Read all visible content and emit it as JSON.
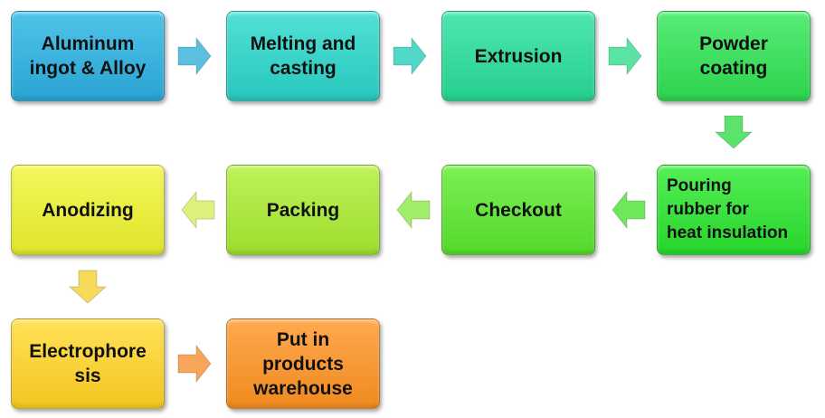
{
  "steps": [
    {
      "id": "aluminum",
      "label": "Aluminum\ningot & Alloy",
      "color_top": "#4fc3e8",
      "color_bottom": "#2aa4d3"
    },
    {
      "id": "melting",
      "label": "Melting  and\ncasting",
      "color_top": "#52e1d6",
      "color_bottom": "#27c7bd"
    },
    {
      "id": "extrusion",
      "label": "Extrusion",
      "color_top": "#4fe6b0",
      "color_bottom": "#25cf8e"
    },
    {
      "id": "powder",
      "label": "Powder\ncoating",
      "color_top": "#58ec78",
      "color_bottom": "#2cd34d"
    },
    {
      "id": "pouring",
      "label": "Pouring\nrubber for\nheat insulation",
      "color_top": "#55ee55",
      "color_bottom": "#27d52c"
    },
    {
      "id": "checkout",
      "label": "Checkout",
      "color_top": "#7cf054",
      "color_bottom": "#54d82b"
    },
    {
      "id": "packing",
      "label": "Packing",
      "color_top": "#bff25a",
      "color_bottom": "#9ddd2c"
    },
    {
      "id": "anodizing",
      "label": "Anodizing",
      "color_top": "#f3f75c",
      "color_bottom": "#e0e52a"
    },
    {
      "id": "electrophoresis",
      "label": "Electrophore\nsis",
      "color_top": "#ffe158",
      "color_bottom": "#f3c620"
    },
    {
      "id": "warehouse",
      "label": "Put in\nproducts\nwarehouse",
      "color_top": "#ffa94f",
      "color_bottom": "#f08a1f"
    }
  ],
  "arrows": [
    {
      "from": "aluminum",
      "to": "melting",
      "color": "#5bbfe0"
    },
    {
      "from": "melting",
      "to": "extrusion",
      "color": "#52d8c8"
    },
    {
      "from": "extrusion",
      "to": "powder",
      "color": "#5be3a4"
    },
    {
      "from": "powder",
      "to": "pouring",
      "color": "#5be36c"
    },
    {
      "from": "pouring",
      "to": "checkout",
      "color": "#6ee85a"
    },
    {
      "from": "checkout",
      "to": "packing",
      "color": "#a2ee6a"
    },
    {
      "from": "packing",
      "to": "anodizing",
      "color": "#dff17a"
    },
    {
      "from": "anodizing",
      "to": "electrophoresis",
      "color": "#f7da5a"
    },
    {
      "from": "electrophoresis",
      "to": "warehouse",
      "color": "#f8a55a"
    }
  ]
}
